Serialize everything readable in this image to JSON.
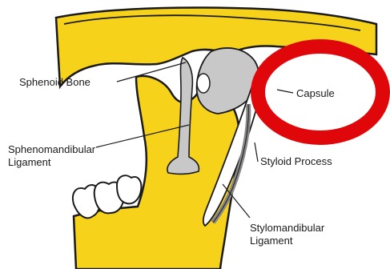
{
  "labels": {
    "sphenoid_bone": "Sphenoid Bone",
    "sphenomandibular_line1": "Sphenomandibular",
    "sphenomandibular_line2": "Ligament",
    "capsule": "Capsule",
    "styloid_process": "Styloid Process",
    "stylomandibular_line1": "Stylomandibular",
    "stylomandibular_line2": "Ligament"
  },
  "colors": {
    "bone": "#f7d21a",
    "ligament": "#c8c8c8",
    "outline": "#1a1a1a",
    "highlight_ring": "#e0070b"
  }
}
